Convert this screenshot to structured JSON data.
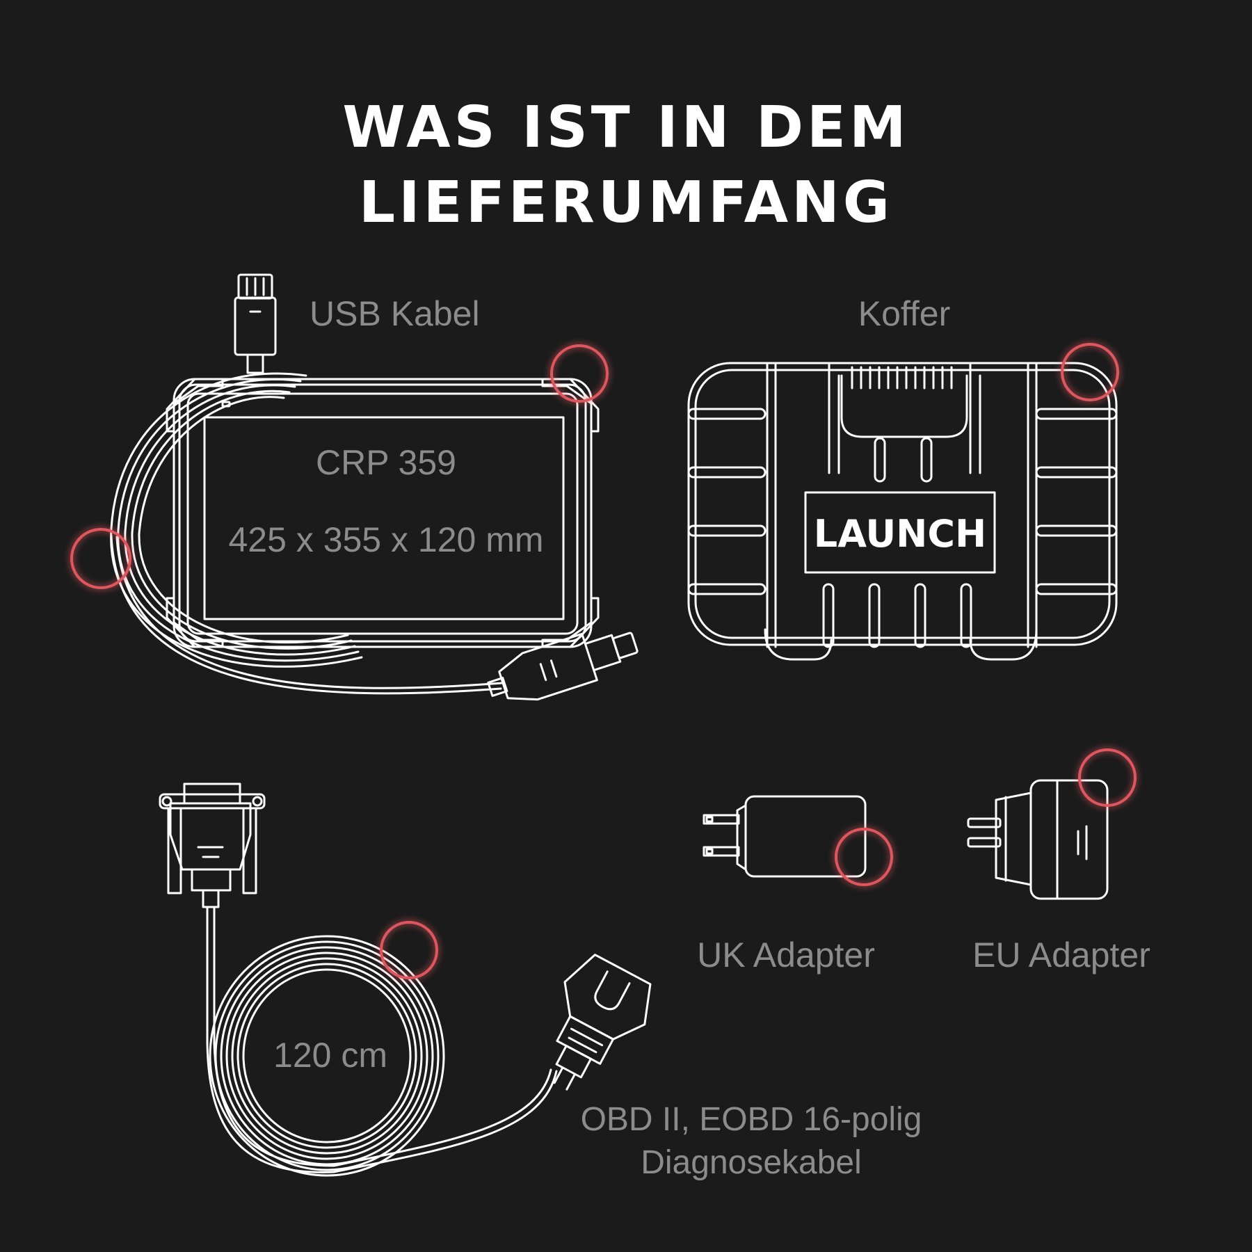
{
  "title": {
    "line1": "WAS IST IN DEM",
    "line2": "LIEFERUMFANG"
  },
  "items": {
    "usb_cable": {
      "label": "USB Kabel"
    },
    "case": {
      "label": "Koffer",
      "brand": "LAUNCH"
    },
    "tablet": {
      "model": "CRP 359",
      "dimensions": "425 x 355 x 120 mm"
    },
    "uk_adapter": {
      "label": "UK Adapter"
    },
    "eu_adapter": {
      "label": "EU Adapter"
    },
    "obd_cable": {
      "length": "120 cm",
      "label_line1": "OBD II, EOBD 16-polig",
      "label_line2": "Diagnosekabel"
    }
  },
  "colors": {
    "background": "#1b1b1b",
    "title": "#ffffff",
    "label": "#8c8c8c",
    "line_art": "#ffffff",
    "highlight_ring": "#e0565f"
  }
}
